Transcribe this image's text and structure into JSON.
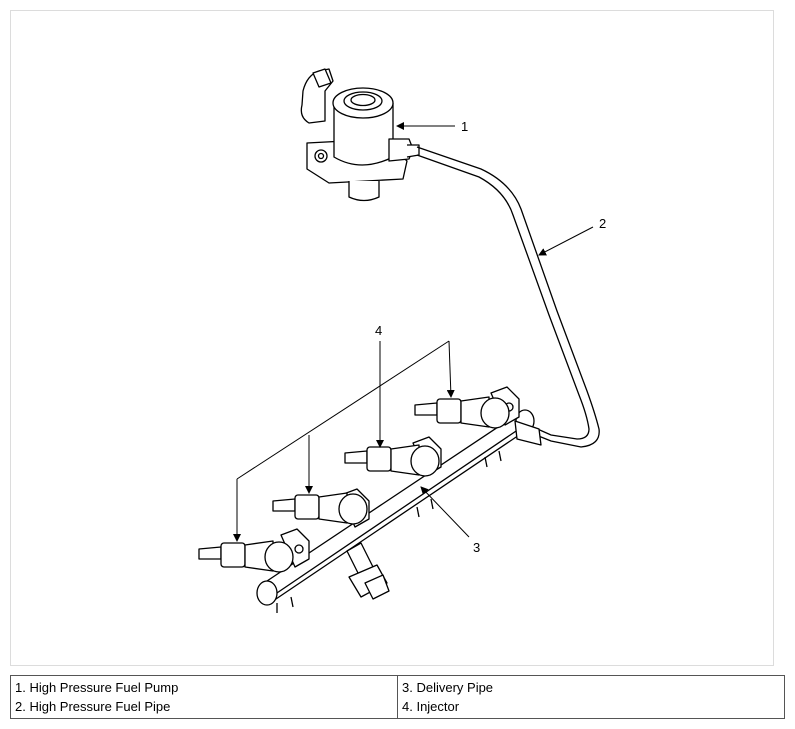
{
  "diagram": {
    "callouts": [
      "1",
      "2",
      "3",
      "4"
    ]
  },
  "legend": {
    "items": [
      "1. High Pressure Fuel Pump",
      "2. High Pressure Fuel Pipe",
      "3. Delivery Pipe",
      "4. Injector"
    ]
  }
}
